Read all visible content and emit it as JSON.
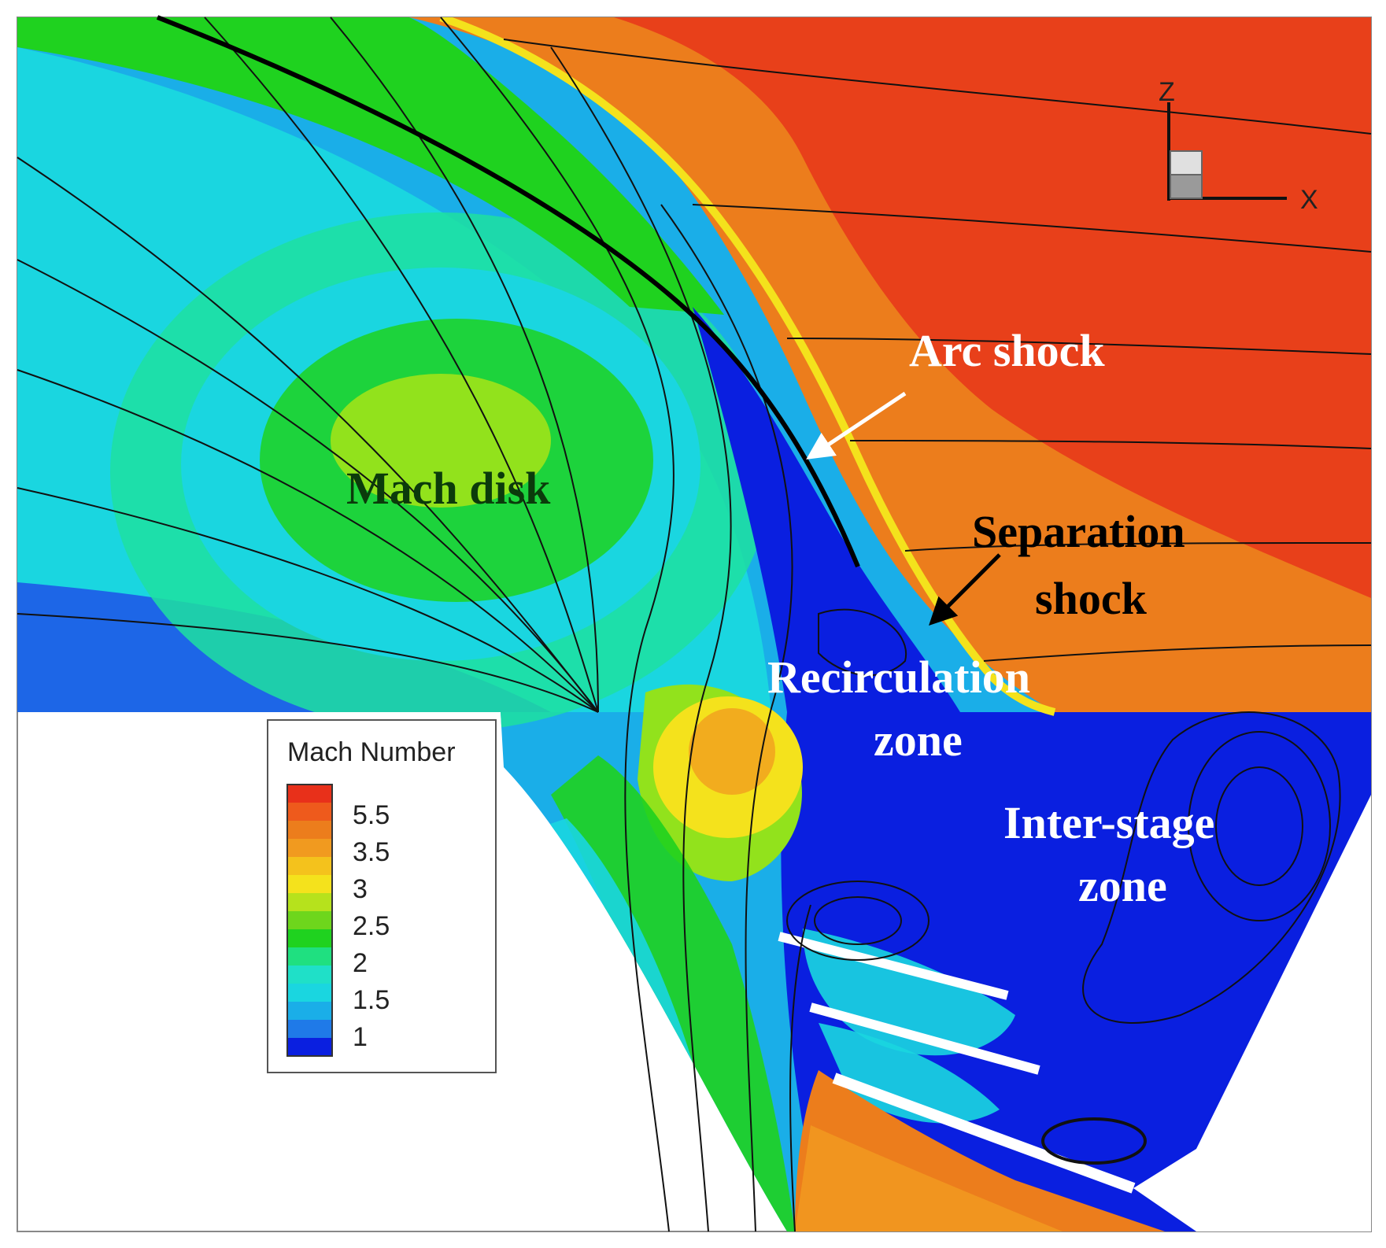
{
  "figure": {
    "annotations": {
      "arc_shock": "Arc shock",
      "mach_disk": "Mach disk",
      "separation_line1": "Separation",
      "separation_line2": "shock",
      "recirculation_line1": "Recirculation",
      "recirculation_line2": "zone",
      "interstage_line1": "Inter-stage",
      "interstage_line2": "zone"
    },
    "axes": {
      "z": "Z",
      "x": "X"
    },
    "legend": {
      "title": "Mach Number",
      "ticks": [
        "5.5",
        "3.5",
        "3",
        "2.5",
        "2",
        "1.5",
        "1"
      ]
    },
    "colors": {
      "freestream_red": "#e8401a",
      "freestream_orange": "#ec7d1c",
      "orange": "#f1951f",
      "yellow": "#f4e21c",
      "lightgreen": "#92e21c",
      "green": "#1fd21f",
      "teal": "#1fe0a0",
      "cyan": "#1ad6e0",
      "lightblue": "#1aaee8",
      "blue": "#1f52e8",
      "deepblue": "#0a1fe0"
    }
  }
}
